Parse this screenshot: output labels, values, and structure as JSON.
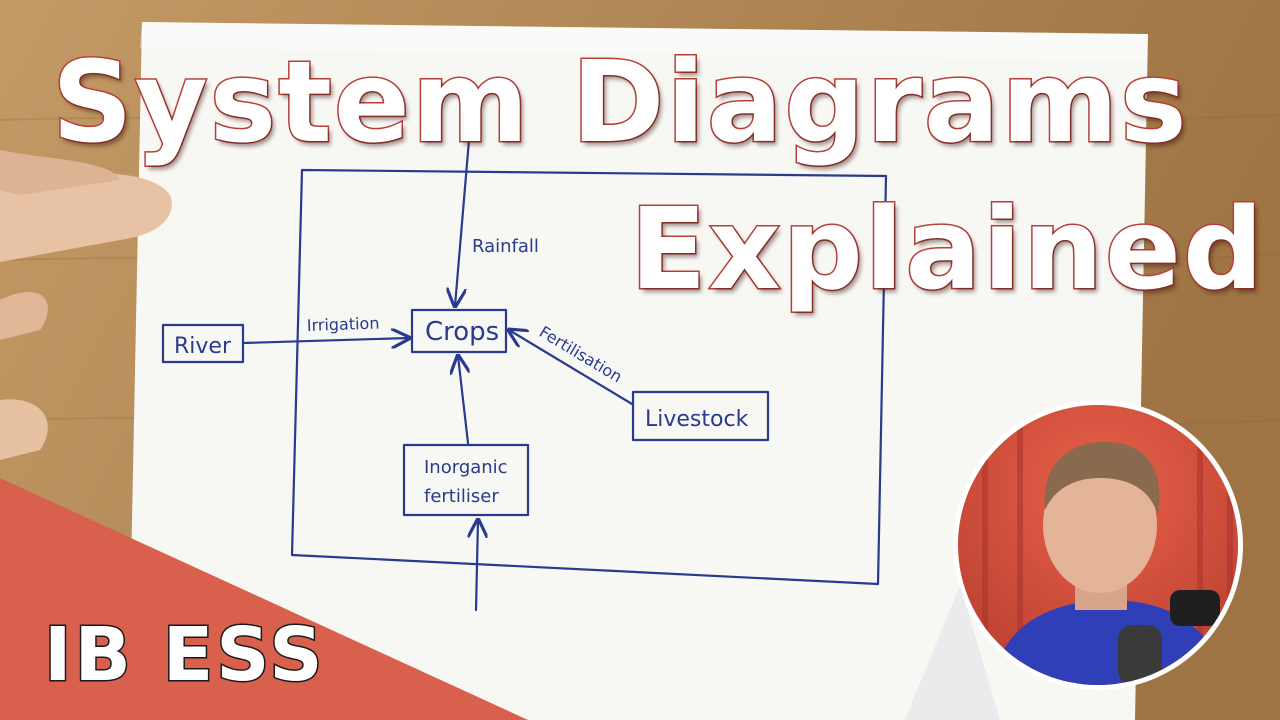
{
  "title": {
    "line1": "System Diagrams",
    "line2": "Explained"
  },
  "badge": "IB ESS",
  "diagram": {
    "boxes": {
      "crops": "Crops",
      "river": "River",
      "livestock": "Livestock",
      "fertiliser_line1": "Inorganic",
      "fertiliser_line2": "fertiliser"
    },
    "flows": {
      "rainfall": "Rainfall",
      "irrigation": "Irrigation",
      "fertilisation": "Fertilisation"
    }
  },
  "colors": {
    "ink": "#2a3a8e",
    "accent": "#d9604c",
    "title_outline": "#b8403a",
    "paper": "#f7f7f4",
    "table": "#b8915e"
  }
}
